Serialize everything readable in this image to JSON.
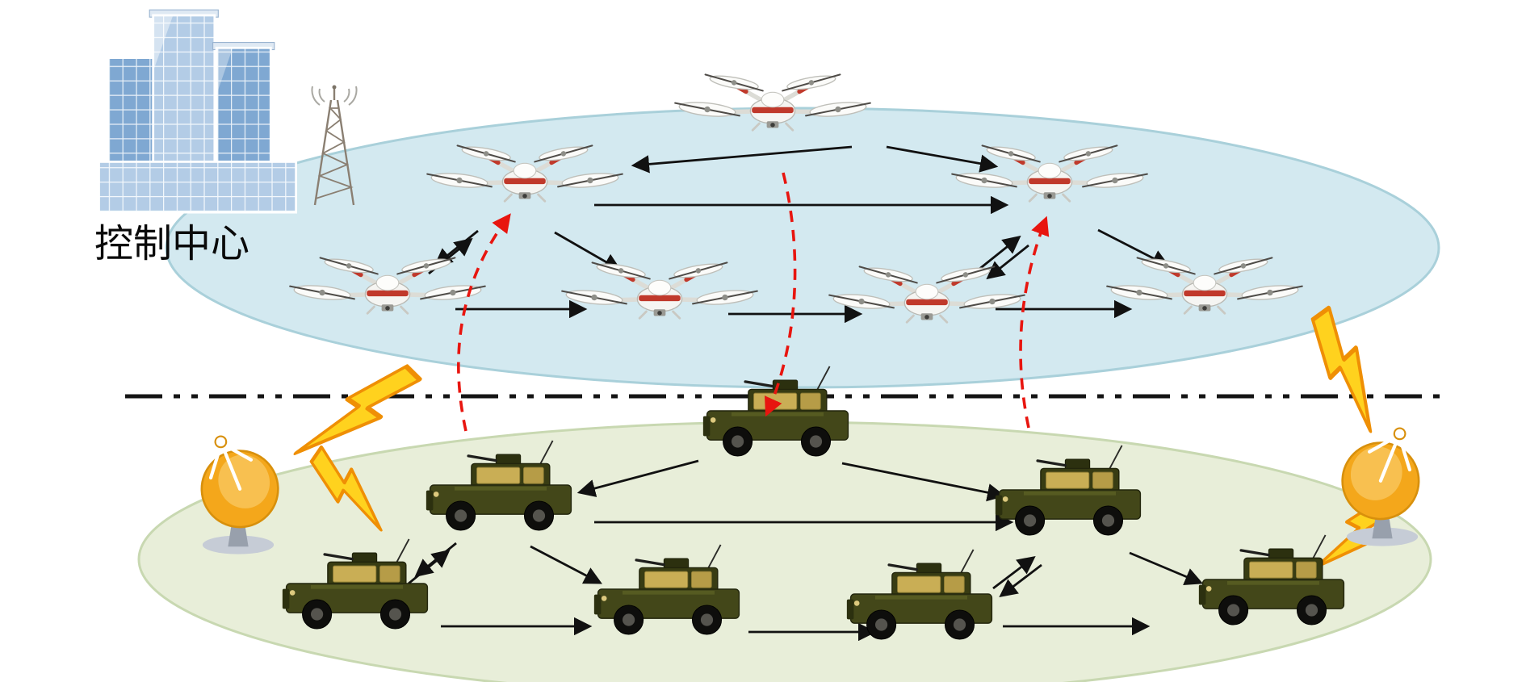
{
  "labels": {
    "control_center": "控制中心"
  },
  "layers": {
    "uav_layer": {
      "node_type": "uav-drone",
      "node_count": 7
    },
    "ground_layer": {
      "node_type": "military-vehicle",
      "node_count": 7
    }
  },
  "links": {
    "intra_layer_style": "solid-black-arrow",
    "cross_layer_style": "red-dashed-curved-arrow",
    "cross_layer_count": 3,
    "lightning_link_count": 4,
    "satellite_dish_count": 2
  },
  "colors": {
    "uav_layer_fill": "#d3e9f0",
    "ground_layer_fill": "#e8eed9",
    "intra_layer_link": "#111111",
    "cross_layer_link": "#e8150f",
    "lightning_fill": "#ffd21e",
    "lightning_stroke": "#ef8f05",
    "divider": "#141414"
  },
  "icons": {
    "building": "control-center-building-icon",
    "radio_tower": "radio-tower-icon",
    "uav": "uav-drone-icon",
    "vehicle": "military-vehicle-icon",
    "satellite_dish": "satellite-dish-icon",
    "lightning": "lightning-bolt-icon"
  }
}
